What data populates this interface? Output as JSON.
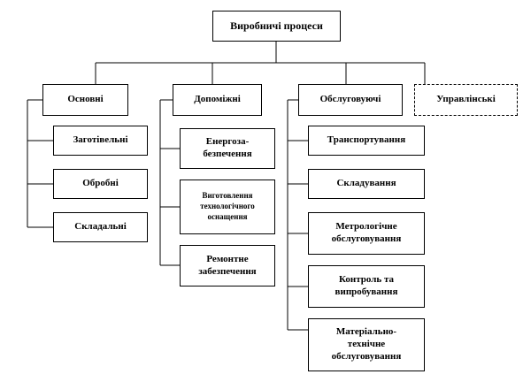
{
  "diagram": {
    "root": "Виробничі процеси",
    "categories": [
      {
        "label": "Основні",
        "children": [
          "Заготівельні",
          "Обробні",
          "Складальні"
        ]
      },
      {
        "label": "Допоміжні",
        "children": [
          "Енергоза-\nбезпечення",
          "Виготовлення технологічного оснащення",
          "Ремонтне забезпечення"
        ]
      },
      {
        "label": "Обслуговуючі",
        "children": [
          "Транспортування",
          "Складування",
          "Метрологічне обслуговування",
          "Контроль та випробування",
          "Матеріально-технічне обслуговування"
        ]
      },
      {
        "label": "Управлінські",
        "children": []
      }
    ]
  }
}
